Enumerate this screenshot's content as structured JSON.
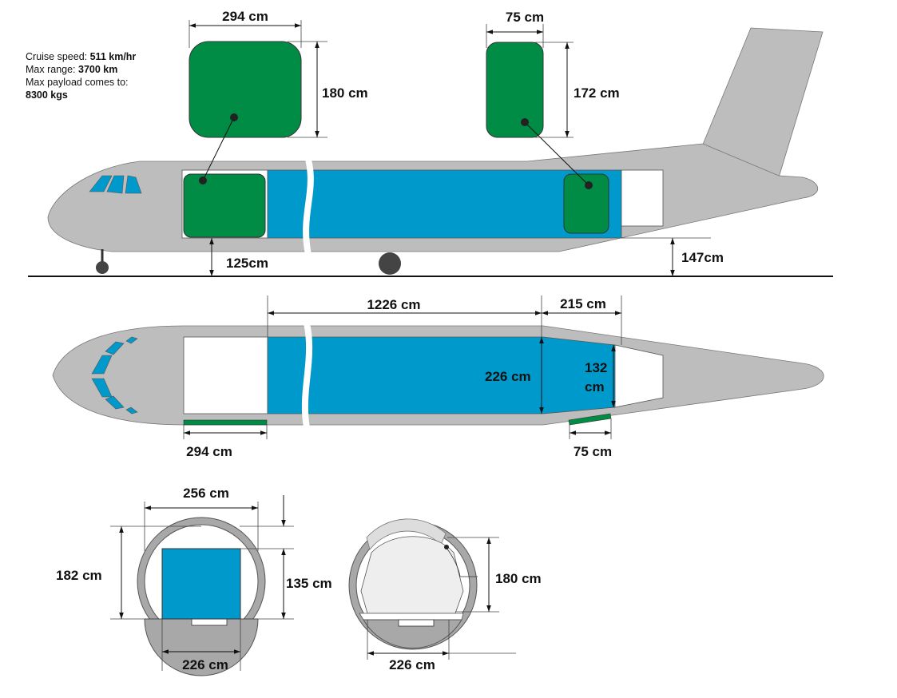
{
  "specs": {
    "cruise_label": "Cruise speed:",
    "cruise_value": "511 km/hr",
    "range_label": "Max range:",
    "range_value": "3700 km",
    "payload_label": "Max payload comes to:",
    "payload_value": "8300 kgs"
  },
  "dimensions": {
    "front_container_width": "294 cm",
    "front_container_height": "180 cm",
    "rear_container_width": "75 cm",
    "rear_container_height": "172 cm",
    "front_sill_height": "125cm",
    "rear_sill_height": "147cm",
    "hold_length": "1226 cm",
    "rear_hold_length": "215 cm",
    "hold_width": "226 cm",
    "rear_width_line1": "132",
    "rear_width_line2": "cm",
    "front_door_plan": "294 cm",
    "rear_door_plan": "75 cm",
    "section_top_width": "256 cm",
    "section_height": "182 cm",
    "section_container_height": "135 cm",
    "section_floor_width": "226 cm",
    "section2_height": "180 cm",
    "section2_floor_width": "226 cm"
  },
  "colors": {
    "fuselage": "#bdbdbd",
    "cargo": "#0099cc",
    "container": "#008c45"
  }
}
